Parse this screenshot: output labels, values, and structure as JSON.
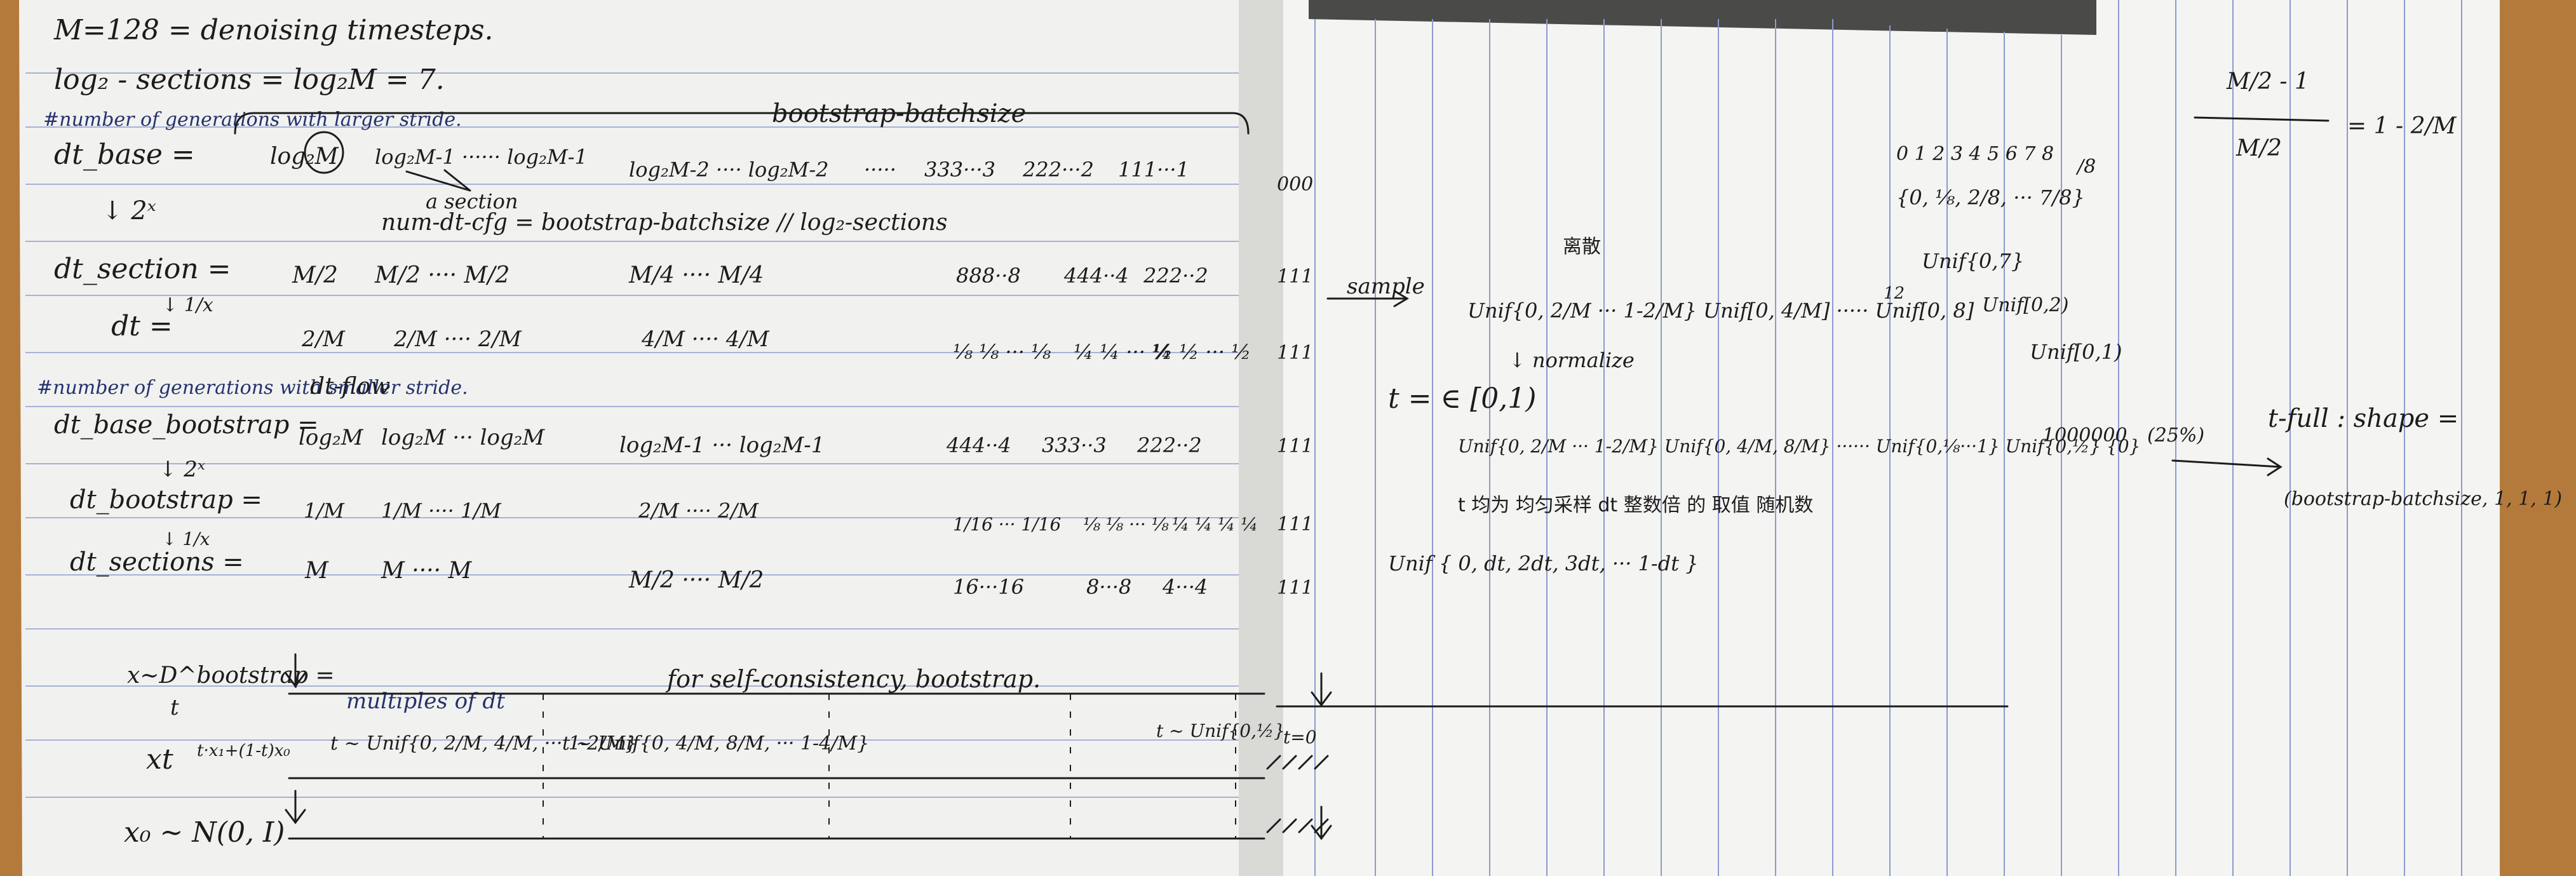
{
  "left_page": {
    "header": {
      "line1": "M=128 = denoising timesteps.",
      "line2": "log₂ - sections = log₂M = 7.",
      "note_larger": "#number of generations with larger stride.",
      "bootstrap_label": "bootstrap-batchsize"
    },
    "dt_base": {
      "label": "dt_base =",
      "items": [
        "log₂M",
        "log₂M-1 ······ log₂M-1",
        "log₂M-2 ···· log₂M-2",
        "·····",
        "333···3",
        "222···2",
        "111···1",
        "000"
      ]
    },
    "section_note": "a section",
    "pow_label": "↓ 2ˣ",
    "num_dt_cfg": "num-dt-cfg = bootstrap-batchsize // log₂-sections",
    "dt_section": {
      "label": "dt_section =",
      "items": [
        "M/2",
        "M/2 ···· M/2",
        "M/4 ···· M/4",
        "888··8",
        "444··4",
        "222··2",
        "111"
      ]
    },
    "recip_label": "↓ 1/x",
    "dt": {
      "label": "dt =",
      "items": [
        "2/M",
        "2/M ···· 2/M",
        "4/M ···· 4/M",
        "⅛ ⅛ ··· ⅛",
        "¼ ¼ ··· ¼",
        "½ ½ ··· ½",
        "111"
      ]
    },
    "note_smaller": "#number of generations with smaller stride.",
    "dt_flow": "dt-flow",
    "dt_base_bootstrap": {
      "label": "dt_base_bootstrap =",
      "items": [
        "log₂M",
        "log₂M ··· log₂M",
        "log₂M-1 ··· log₂M-1",
        "444··4",
        "333··3",
        "222··2",
        "111"
      ]
    },
    "dt_bootstrap": {
      "label": "dt_bootstrap =",
      "items": [
        "1/M",
        "1/M ···· 1/M",
        "2/M ···· 2/M",
        "1/16 ··· 1/16",
        "⅛ ⅛ ··· ⅛",
        "¼ ¼ ¼ ¼",
        "111"
      ]
    },
    "dt_sections": {
      "label": "dt_sections =",
      "items": [
        "M",
        "M ···· M",
        "M/2 ···· M/2",
        "16···16",
        "8···8",
        "4···4",
        "111"
      ]
    },
    "bottom": {
      "x_bootstrap": "x~D^bootstrap =",
      "multiples_note": "multiples of dt",
      "self_consistency": "for self-consistency, bootstrap.",
      "t_label": "t",
      "xt_label": "xt",
      "interp": "t·x₁+(1-t)x₀",
      "t_unif1": "t ~ Unif{0, 2/M, 4/M, ··· 1-2/M}",
      "t_unif2": "t ~ Unif{0, 4/M, 8/M, ··· 1-4/M}",
      "t_unif3": "t ~ Unif{0,½}",
      "t_zero": "t=0",
      "x0_label": "x₀ ~ N(0, I)"
    }
  },
  "right_page": {
    "sample": "sample",
    "denote_note": "离散",
    "unif_row": "Unif{0, 2/M ··· 1-2/M}  Unif[0, 4/M]  ·····  Unif[0, 8]",
    "normalize": "↓ normalize",
    "unif_0_1": "Unif[0,1)",
    "unif_0_2": "Unif[0,2)",
    "t_eq": "t = ∈ [0,1)",
    "t_unif_row": "Unif{0, 2/M ··· 1-2/M}  Unif{0, 4/M, 8/M}  ······  Unif{0,⅛···1}  Unif{0,½}  {0}",
    "zeros": "1000000",
    "pct": "(25%)",
    "t_full": "t-full : shape =",
    "shape": "(bootstrap-batchsize, 1, 1, 1)",
    "frac_set": "{0, ⅛, 2/8, ··· 7/8}",
    "digits": "0 1 2 3 4 5 6 7 8",
    "over8": "/8",
    "unif_0_7": "Unif{0,7}",
    "unif_row2": "12",
    "chinese_note": "t 均为 均匀采样 dt 整数倍 的 取值 随机数",
    "unif_dt": "Unif { 0, dt, 2dt, 3dt, ··· 1-dt }",
    "formula_num": "M/2 - 1",
    "formula_den": "M/2",
    "formula_rhs": "= 1 - 2/M"
  }
}
